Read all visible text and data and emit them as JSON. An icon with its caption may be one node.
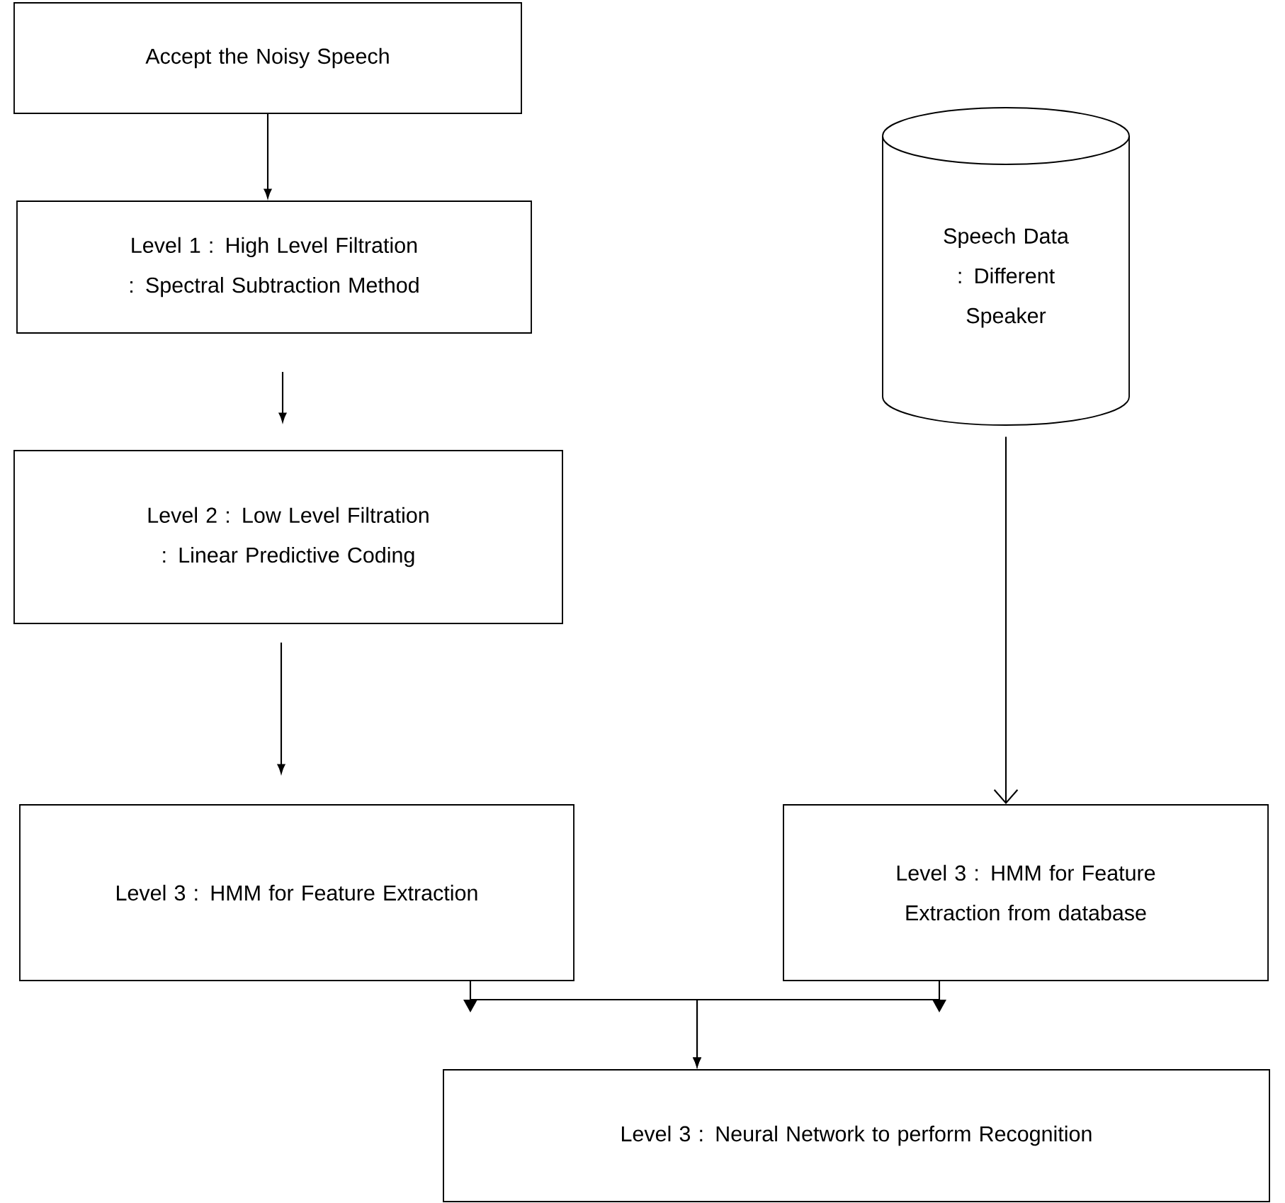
{
  "diagram": {
    "nodes": [
      {
        "text": [
          "Accept the Noisy Speech"
        ]
      },
      {
        "text": [
          "Level 1 : High Level Filtration : Spectral Subtraction Method"
        ]
      },
      {
        "text": [
          "Level 2 : Low Level Filtration : Linear Predictive Coding"
        ]
      },
      {
        "text": [
          "Level 3 : HMM for Feature Extraction"
        ]
      },
      {
        "text": [
          "Speech Data : Different Speaker"
        ]
      },
      {
        "text": [
          "Level 3 : HMM for Feature Extraction from database"
        ]
      },
      {
        "text": [
          "Level 3 : Neural Network to perform Recognition"
        ]
      }
    ],
    "edges": [
      {
        "from": 0,
        "to": 1,
        "arrow": "to"
      },
      {
        "from": 1,
        "to": 2,
        "arrow": "to"
      },
      {
        "from": 2,
        "to": 3,
        "arrow": "to"
      },
      {
        "from": 4,
        "to": 5,
        "arrow": "to"
      },
      {
        "from": 3,
        "to": 6,
        "arrow": "to"
      },
      {
        "from": 5,
        "to": 6,
        "arrow": "to"
      }
    ]
  }
}
